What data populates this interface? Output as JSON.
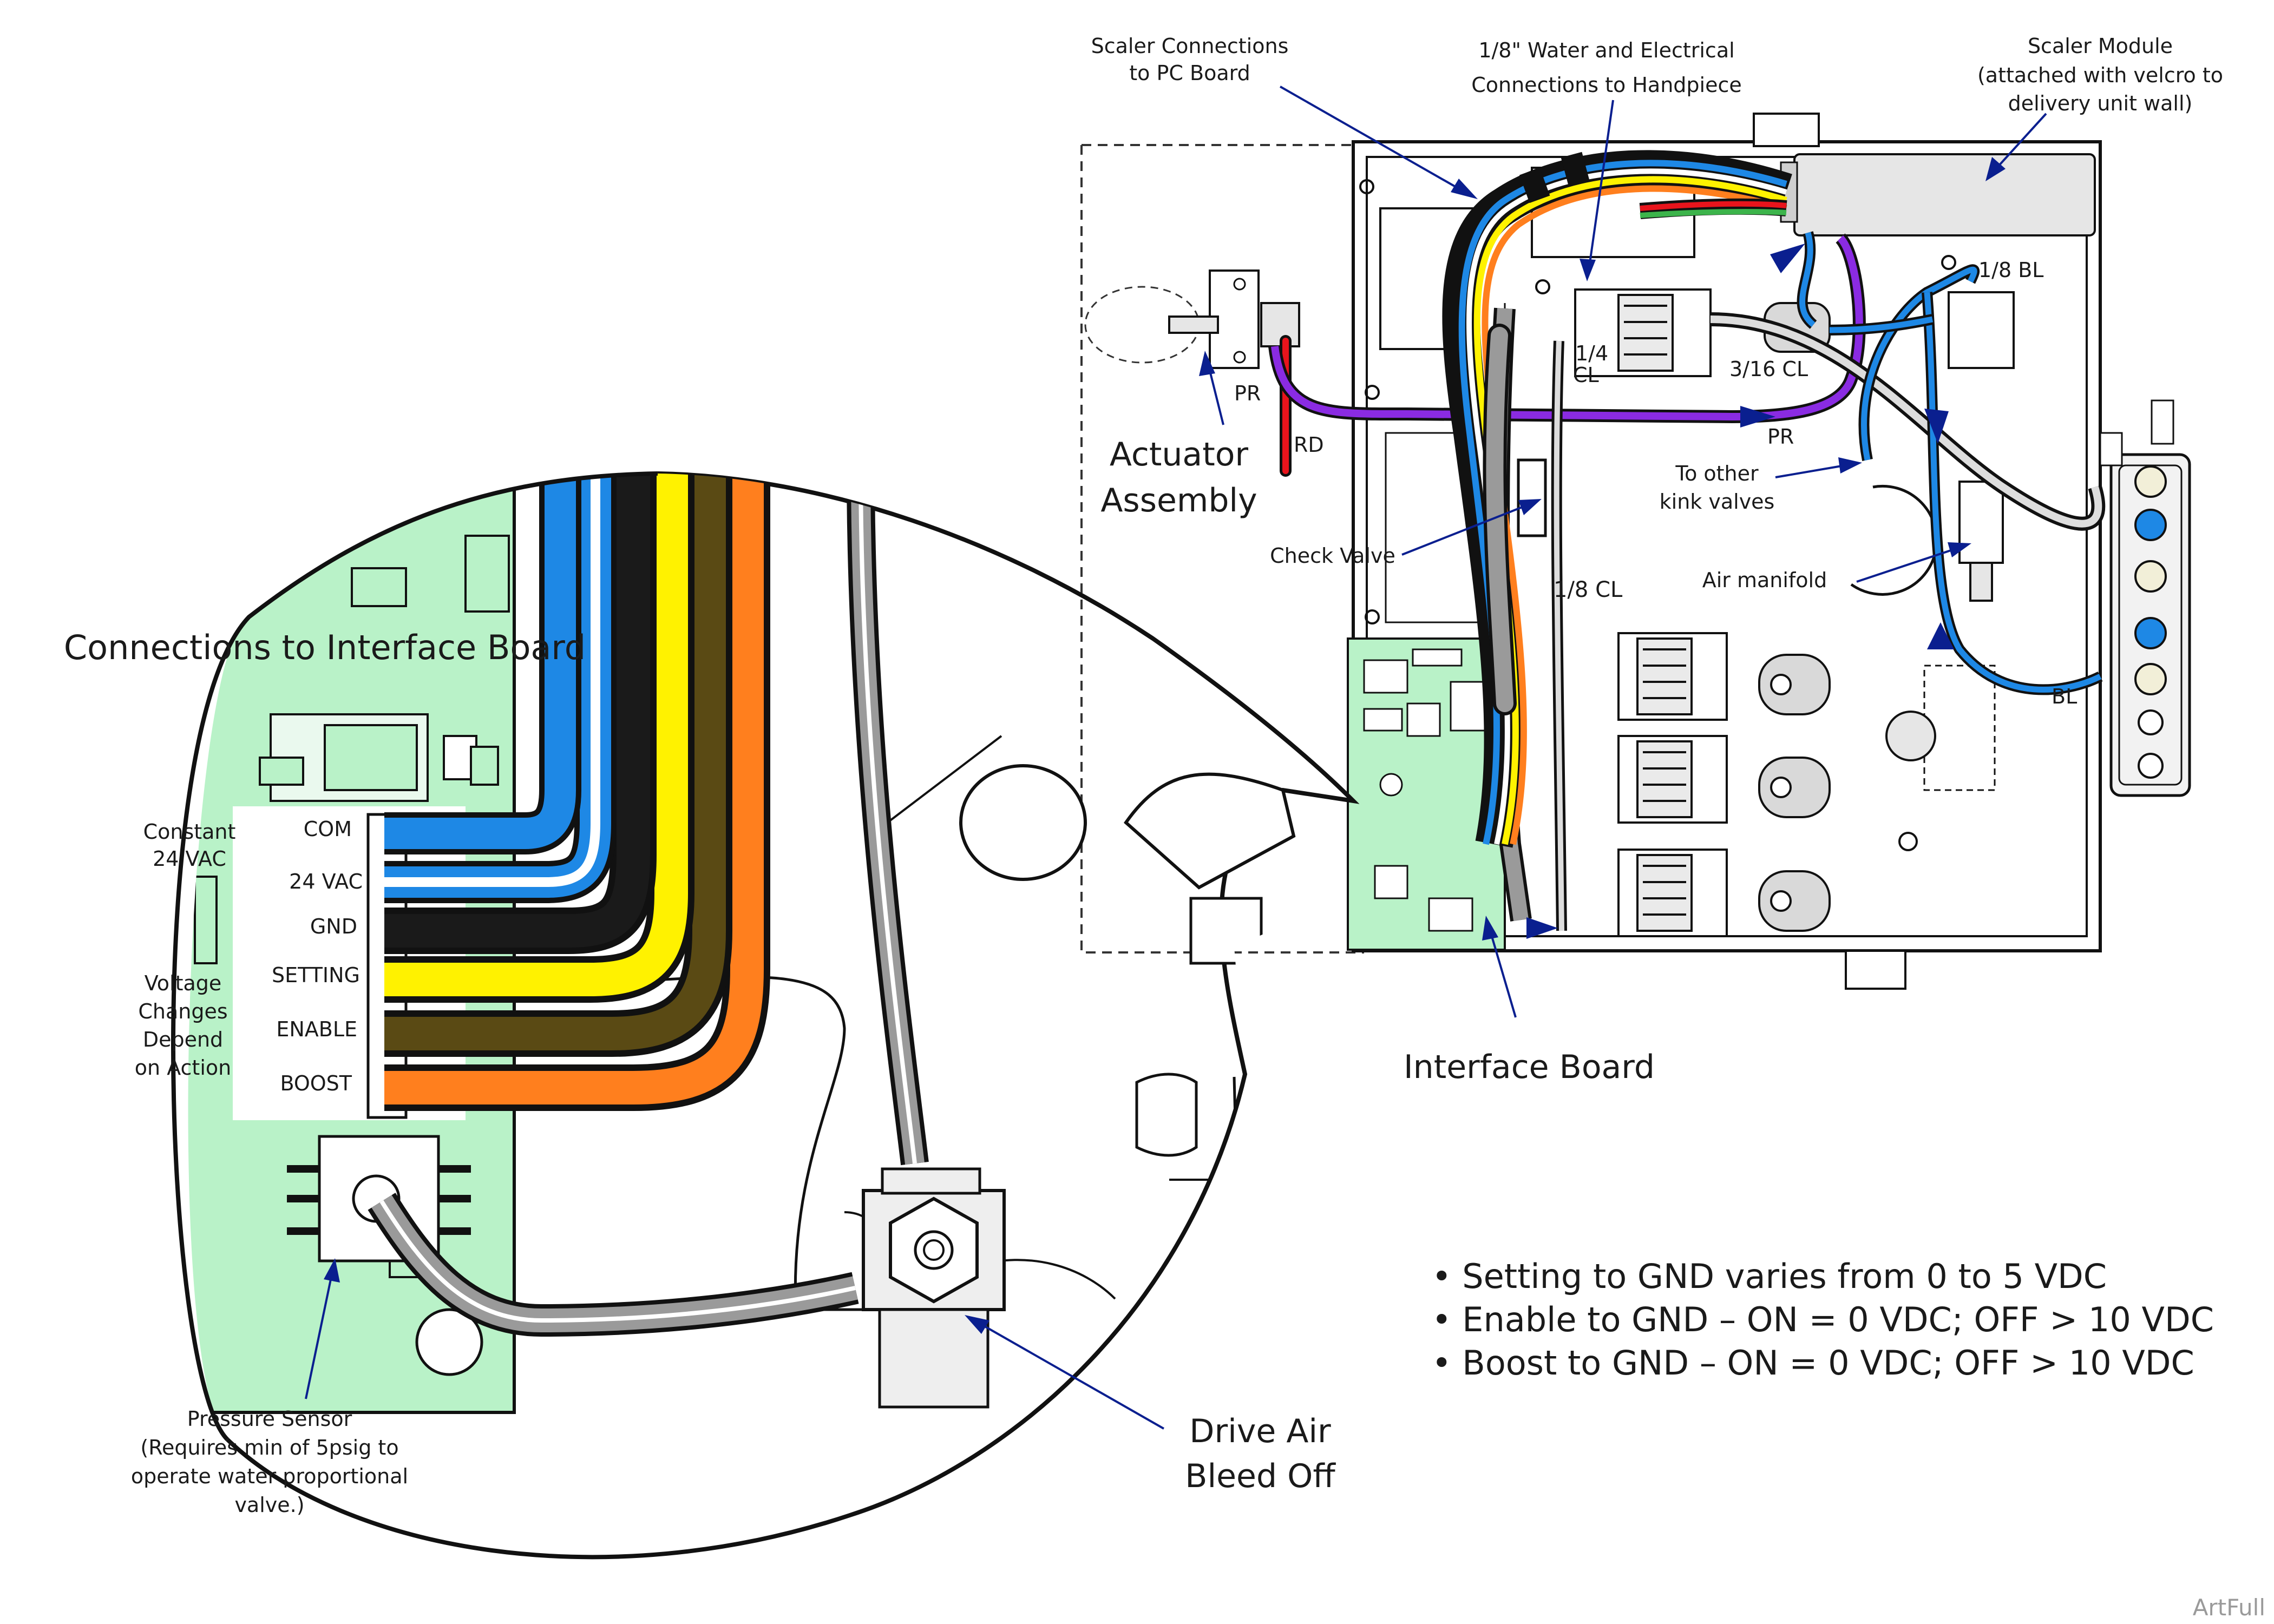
{
  "labels": {
    "scaler_connections": [
      "Scaler Connections",
      "to PC Board"
    ],
    "water_electrical": [
      "1/8\" Water and Electrical",
      "Connections to Handpiece"
    ],
    "scaler_module": [
      "Scaler Module",
      "(attached with velcro to",
      "delivery unit wall)"
    ],
    "bl_top": "1/8 BL",
    "quarter": "1/4",
    "cl": "CL",
    "sixteenth": "3/16 CL",
    "pr_left": "PR",
    "pr_right": "PR",
    "rd": "RD",
    "actuator": [
      "Actuator",
      "Assembly"
    ],
    "to_other": [
      "To other",
      "kink valves"
    ],
    "check_valve": "Check Valve",
    "eighth_cl": "1/8 CL",
    "air_manifold": "Air manifold",
    "bl_right": "BL",
    "interface_board": "Interface Board",
    "connections_title": "Connections to Interface Board",
    "constant": [
      "Constant",
      "24 VAC"
    ],
    "voltage_changes": [
      "Voltage",
      "Changes",
      "Depend",
      "on Action"
    ],
    "pins": [
      "COM",
      "24 VAC",
      "GND",
      "SETTING",
      "ENABLE",
      "BOOST"
    ],
    "pressure_sensor": [
      "Pressure Sensor",
      "(Requires min of 5psig to",
      "operate water proportional",
      "valve.)"
    ],
    "drive_air": [
      "Drive Air",
      "Bleed Off"
    ],
    "notes": [
      "• Setting to GND varies from 0 to 5 VDC",
      "• Enable to GND – ON = 0 VDC; OFF > 10 VDC",
      "• Boost to GND – ON = 0 VDC; OFF > 10 VDC"
    ],
    "watermark": "ArtFull"
  },
  "colors": {
    "wire_blue": "#1e88e5",
    "wire_yellow": "#fff200",
    "wire_black": "#111111",
    "wire_brown": "#5a4a14",
    "wire_orange": "#ff7f1e",
    "wire_white": "#ffffff",
    "wire_red": "#e8141c",
    "wire_green": "#3cb44b",
    "tube_purple": "#8a2be2",
    "tube_gray": "#9a9a9a",
    "board_green": "#b9f2c8",
    "arrow_navy": "#0a1f8f",
    "indicator_blue": "#1e88e5"
  }
}
